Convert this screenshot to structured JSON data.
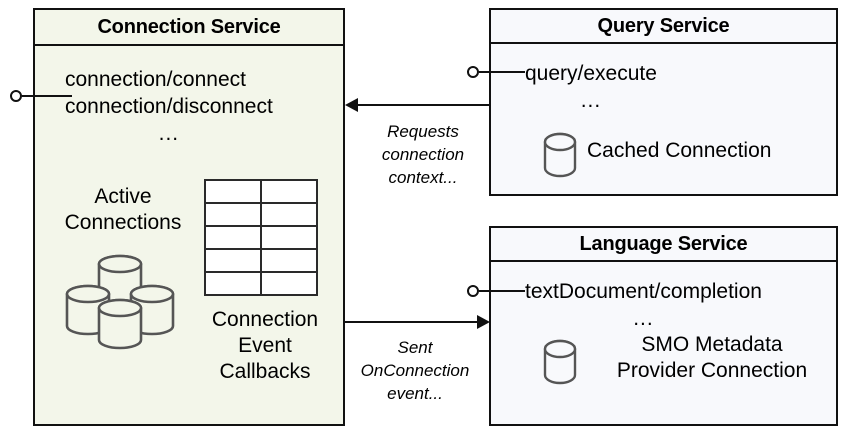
{
  "diagram": {
    "title": "Connection Service interaction diagram",
    "colors": {
      "connection_service_fill": "#f3f6ea",
      "query_service_fill": "#f8f9fc",
      "language_service_fill": "#f8f9fc",
      "border": "#111111",
      "cylinder_stroke": "#555555",
      "table_fill": "#ffffff"
    }
  },
  "connection_service": {
    "title": "Connection Service",
    "operations": [
      "connection/connect",
      "connection/disconnect"
    ],
    "ellipsis": "...",
    "interface_icon": "lollipop-interface-icon",
    "active_connections": {
      "label": "Active\nConnections",
      "icon": "database-cylinder-stack-icon",
      "cylinder_count": 4
    },
    "callbacks": {
      "label": "Connection\nEvent\nCallbacks",
      "icon": "table-grid-icon",
      "rows": 5,
      "columns": 2
    }
  },
  "query_service": {
    "title": "Query Service",
    "operations": [
      "query/execute"
    ],
    "ellipsis": "...",
    "interface_icon": "lollipop-interface-icon",
    "artifact": {
      "label": "Cached Connection",
      "icon": "database-cylinder-icon"
    }
  },
  "language_service": {
    "title": "Language Service",
    "operations": [
      "textDocument/completion"
    ],
    "ellipsis": "...",
    "interface_icon": "lollipop-interface-icon",
    "artifact": {
      "label": "SMO Metadata\nProvider Connection",
      "icon": "database-cylinder-icon"
    }
  },
  "arrows": [
    {
      "id": "query-to-connection",
      "label": "Requests\nconnection\ncontext...",
      "direction": "left",
      "from": "Query Service",
      "to": "Connection Service"
    },
    {
      "id": "connection-to-language",
      "label": "Sent\nOnConnection\nevent...",
      "direction": "right",
      "from": "Connection Service",
      "to": "Language Service"
    }
  ]
}
